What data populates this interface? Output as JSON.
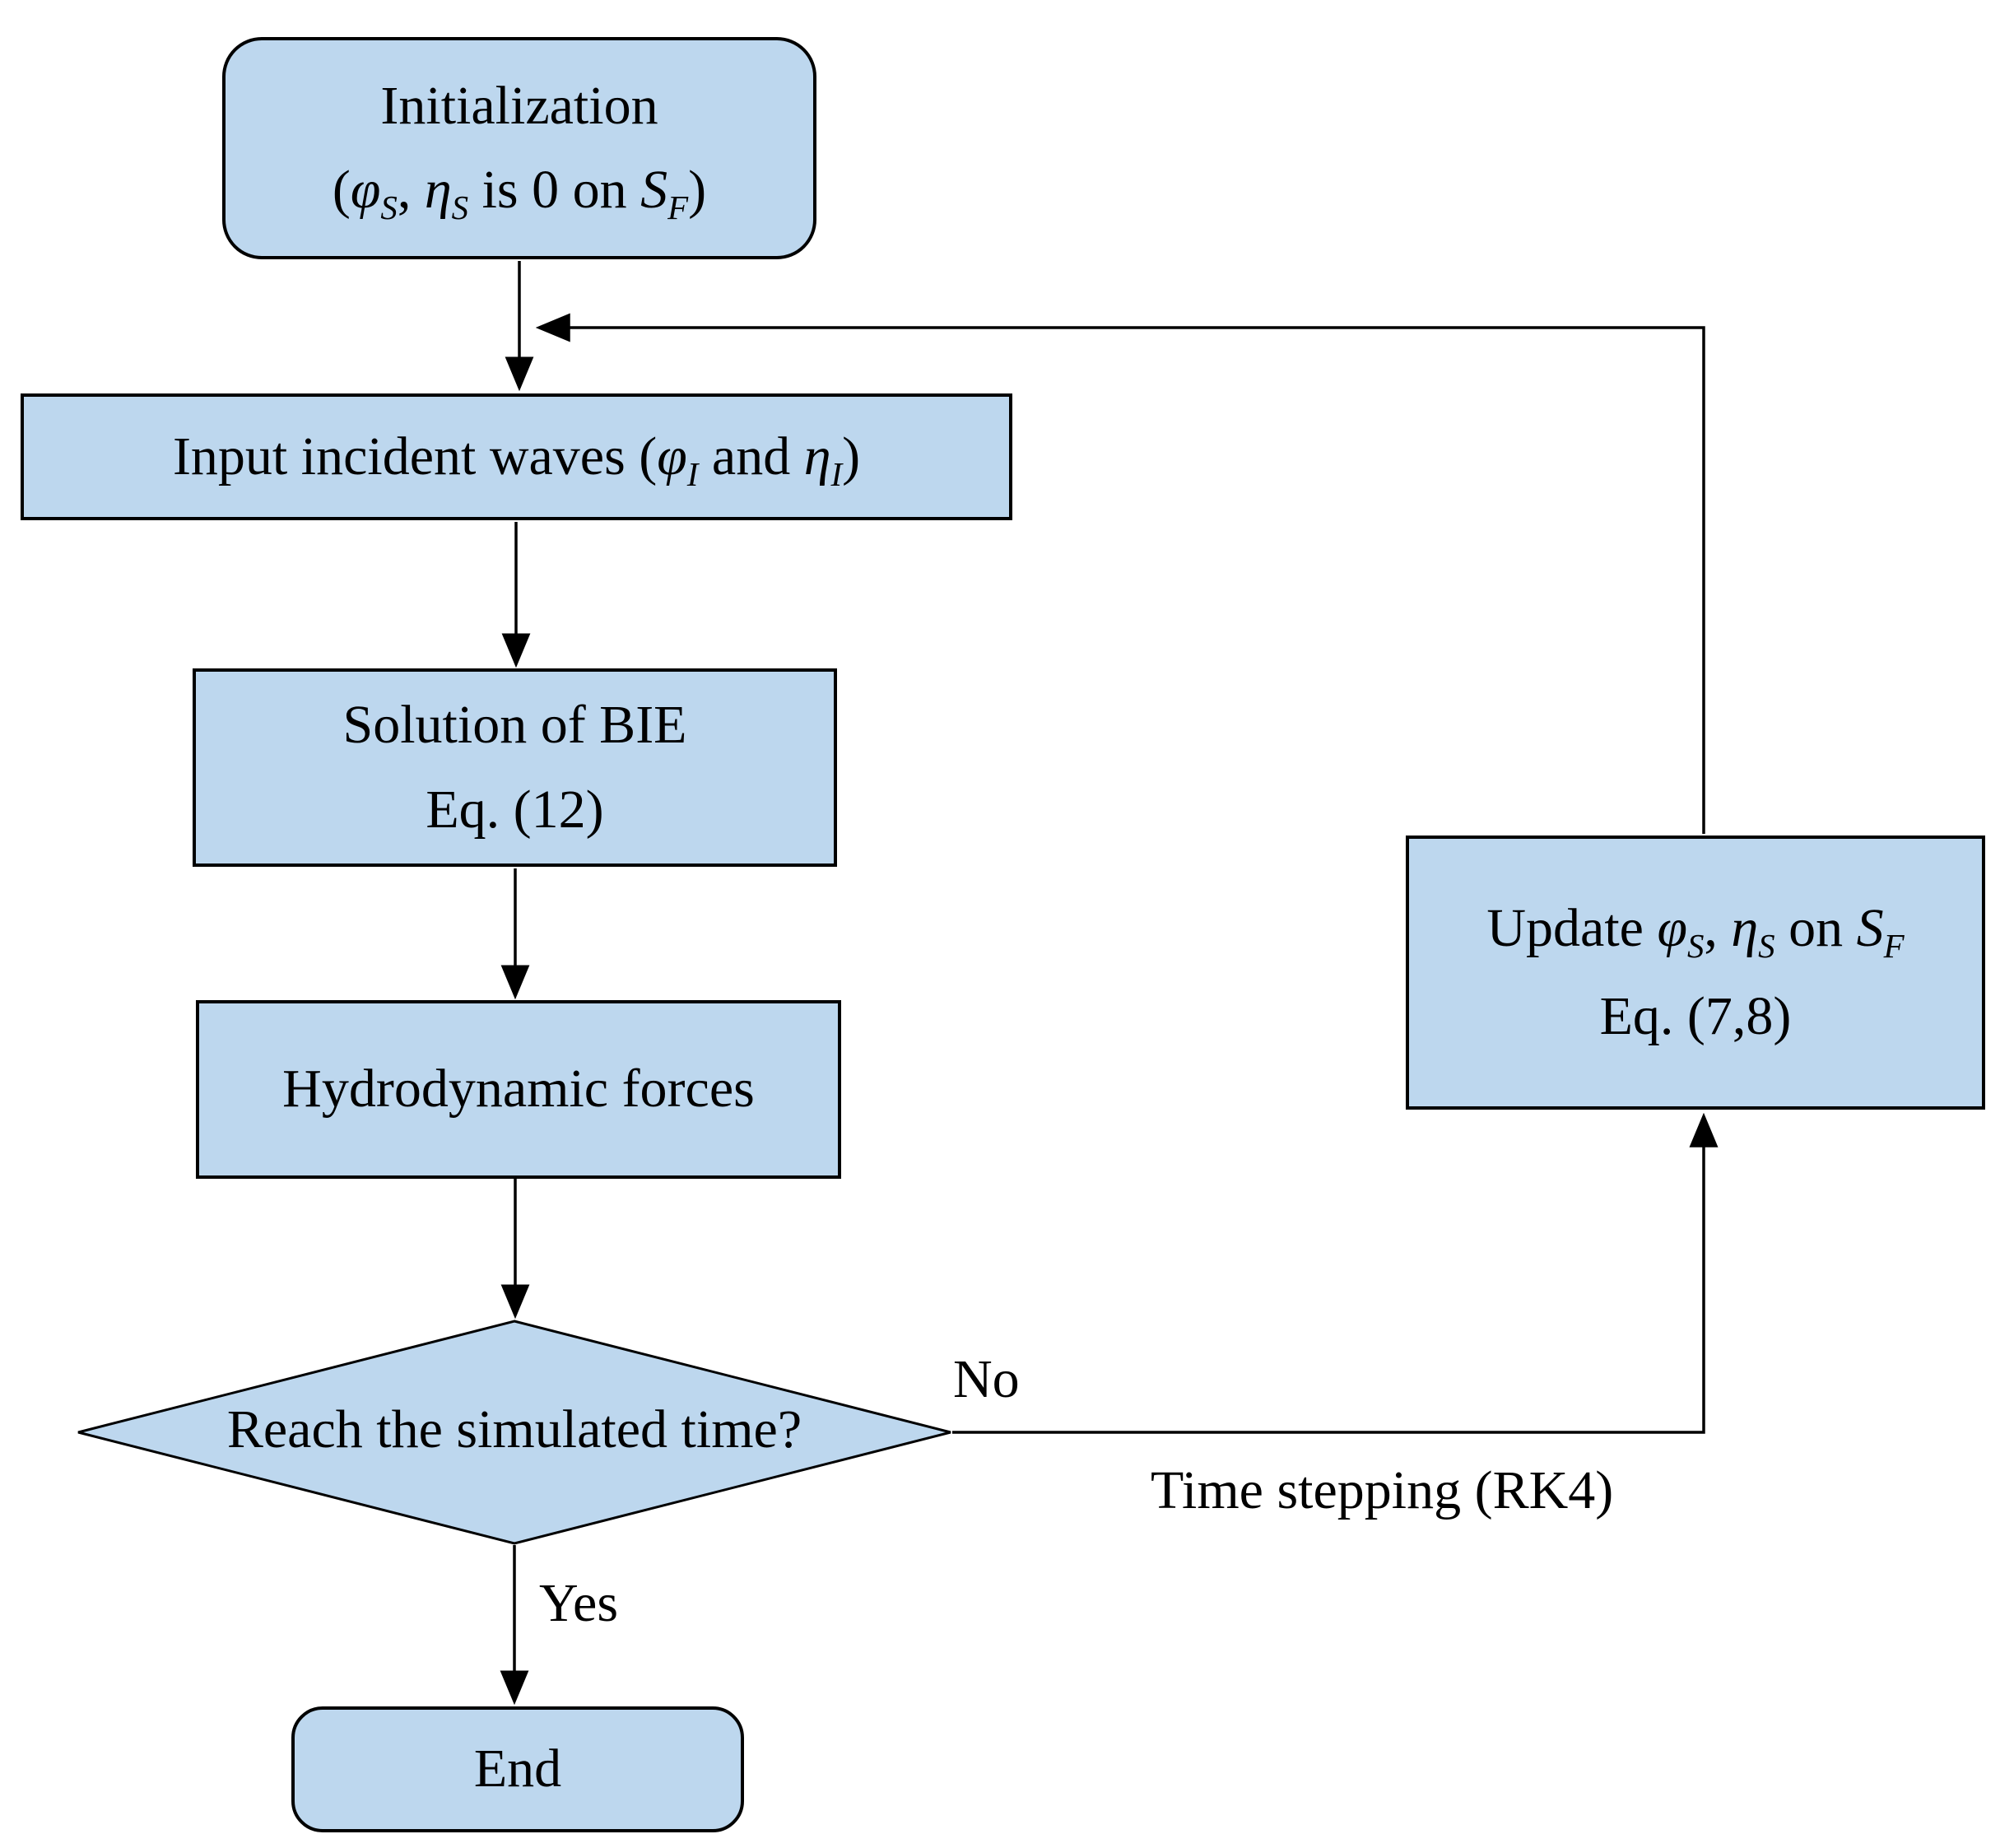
{
  "colors": {
    "background": "#FFFFFF",
    "node_fill": "#BDD7EE",
    "node_border": "#000000",
    "line": "#000000"
  },
  "nodes": {
    "initialization": {
      "line1": "Initialization",
      "line2": {
        "open": "(",
        "phi": "φ",
        "phi_sub": "S",
        "comma": ", ",
        "eta": "η",
        "eta_sub": "S",
        "mid": " is 0 on ",
        "s": "S",
        "s_sub": "F",
        "close": ")"
      }
    },
    "input_waves": {
      "pre": "Input incident waves (",
      "phi": "φ",
      "phi_sub": "I",
      "mid": " and ",
      "eta": "η",
      "eta_sub": "I",
      "close": ")"
    },
    "solution_bie": {
      "line1": "Solution of BIE",
      "line2": "Eq. (12)"
    },
    "hydrodynamic": {
      "label": "Hydrodynamic forces"
    },
    "decision": {
      "label": "Reach the simulated time?"
    },
    "update": {
      "line1": {
        "pre": "Update ",
        "phi": "φ",
        "phi_sub": "S",
        "comma": ", ",
        "eta": "η",
        "eta_sub": "S",
        "mid": " on ",
        "s": "S",
        "s_sub": "F"
      },
      "line2": "Eq. (7,8)"
    },
    "end": {
      "label": "End"
    }
  },
  "edge_labels": {
    "no": "No",
    "yes": "Yes",
    "time_stepping": "Time stepping (RK4)"
  }
}
